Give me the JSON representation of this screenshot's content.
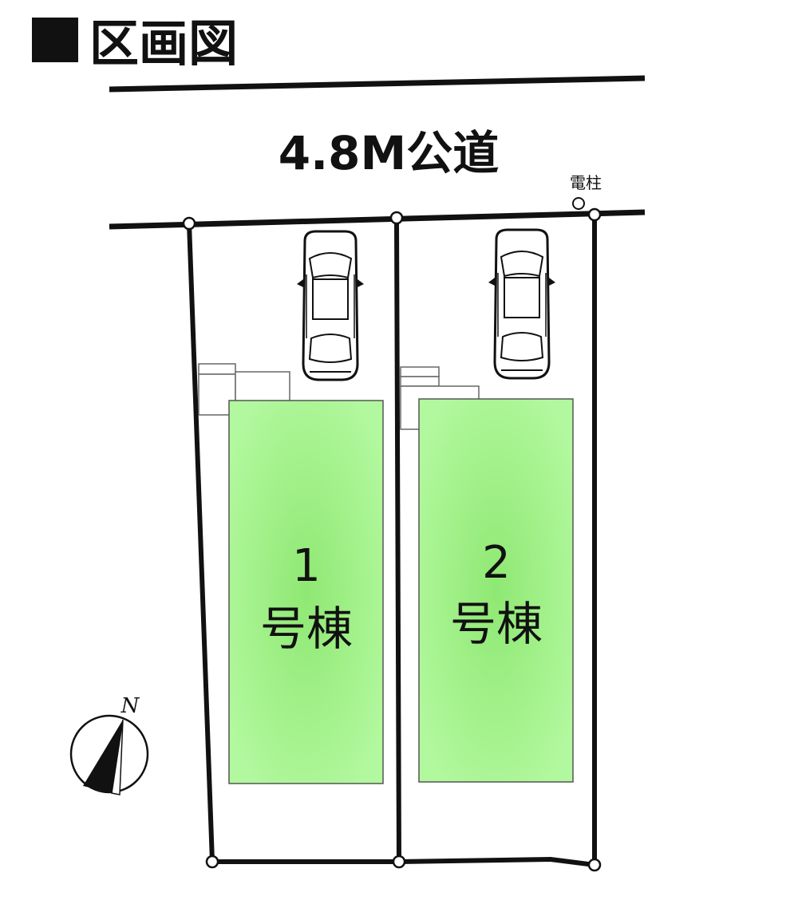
{
  "title": "区画図",
  "road": {
    "label": "4.8M公道"
  },
  "utility_pole": {
    "label": "電柱"
  },
  "lots": [
    {
      "number": "1",
      "label": "号棟"
    },
    {
      "number": "2",
      "label": "号棟"
    }
  ],
  "compass": {
    "label": "N"
  },
  "colors": {
    "building_fill": "#a8f58e",
    "building_center": "#8ee870",
    "line": "#111111"
  }
}
